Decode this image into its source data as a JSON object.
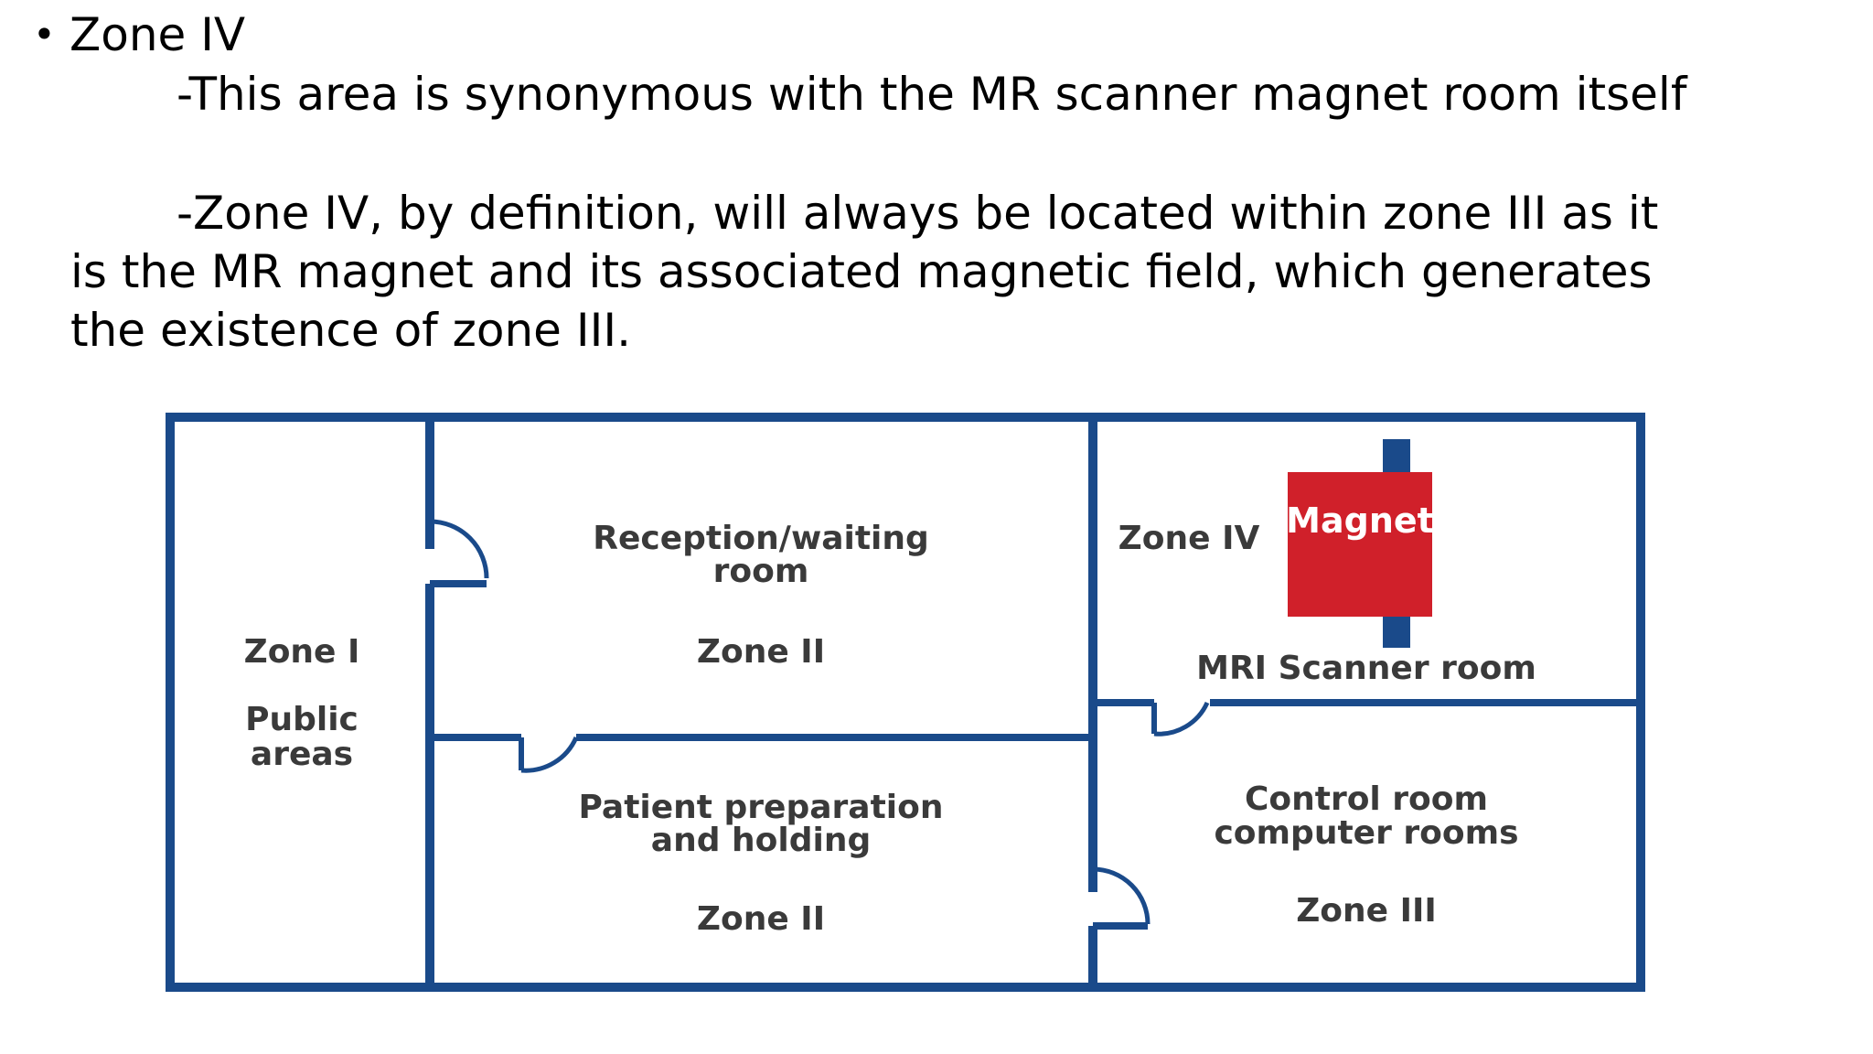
{
  "slide": {
    "bullet_glyph": "•",
    "bullet_title": "Zone IV",
    "paragraph_1": "-This area is synonymous with the MR scanner magnet room itself",
    "paragraph_2": "-Zone IV, by definition, will always be located within zone III as it is the MR magnet and its associated magnetic field, which generates the existence of zone III."
  },
  "diagram": {
    "wall_color": "#1a4a8a",
    "magnet_color": "#d0202a",
    "label_color": "#3a3a3a",
    "labels": {
      "zone_i": "Zone I",
      "public_line1": "Public",
      "public_line2": "areas",
      "reception_line1": "Reception/waiting",
      "reception_line2": "room",
      "zone_ii_upper": "Zone II",
      "patient_line1": "Patient preparation",
      "patient_line2": "and holding",
      "zone_ii_lower": "Zone II",
      "zone_iv": "Zone IV",
      "magnet": "Magnet",
      "scanner_room": "MRI Scanner room",
      "control_line1": "Control room",
      "control_line2": "computer rooms",
      "zone_iii": "Zone III"
    }
  }
}
